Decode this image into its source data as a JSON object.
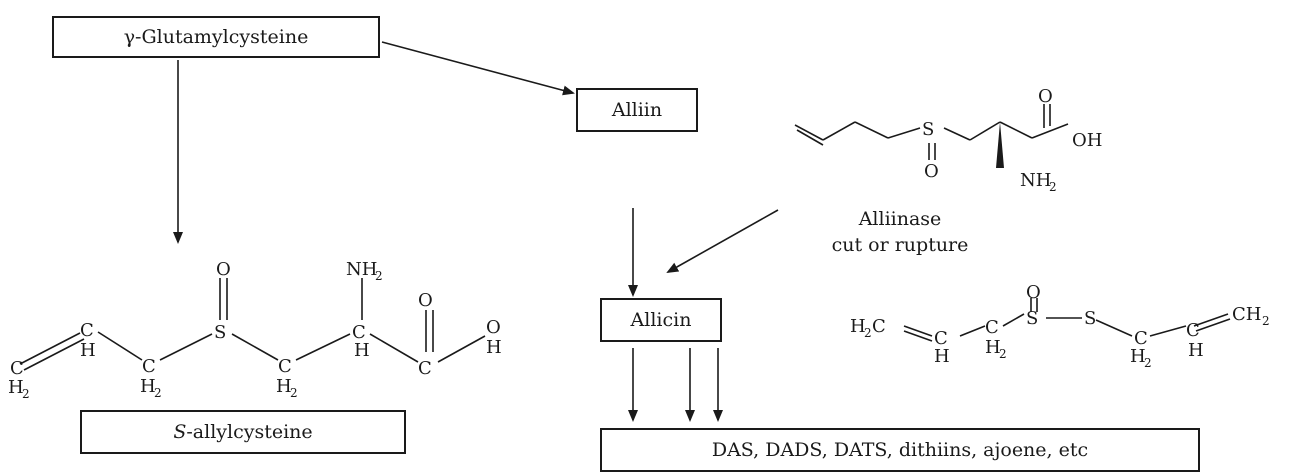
{
  "boxes": {
    "gamma_glutamylcysteine": "γ-Glutamylcysteine",
    "alliin": "Alliin",
    "allicin": "Allicin",
    "s_allylcysteine_prefix": "S",
    "s_allylcysteine_suffix": "-allylcysteine",
    "products": "DAS, DADS, DATS, dithiins, ajoene, etc"
  },
  "labels": {
    "enzyme": "Alliinase",
    "condition": "cut or rupture"
  },
  "atoms": {
    "O": "O",
    "OH": "OH",
    "NH2_N": "NH",
    "sub2": "2",
    "S": "S",
    "C": "C",
    "H": "H",
    "H2_H": "H",
    "H2C_H": "H",
    "H2C_C": "C",
    "CH2_CH": "CH"
  }
}
